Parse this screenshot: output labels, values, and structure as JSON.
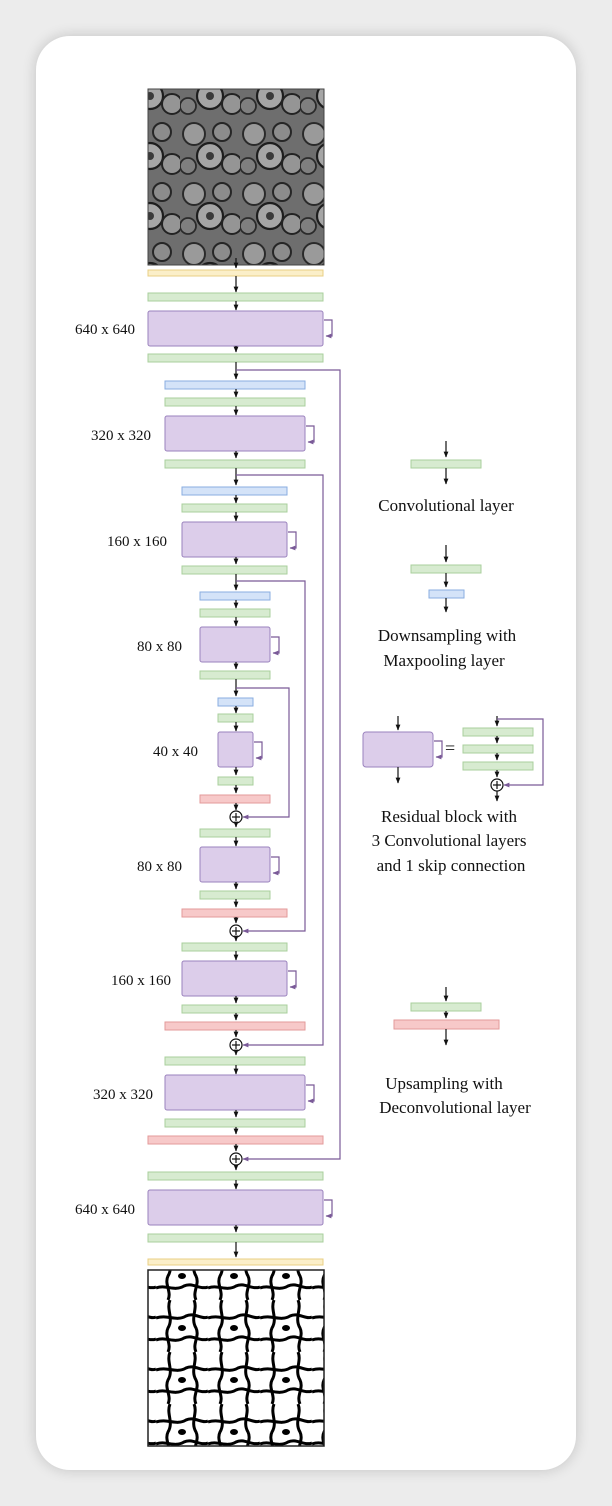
{
  "stages": [
    {
      "id": "s1",
      "label": "640 x 640"
    },
    {
      "id": "s2",
      "label": "320 x 320"
    },
    {
      "id": "s3",
      "label": "160 x 160"
    },
    {
      "id": "s4",
      "label": "80 x 80"
    },
    {
      "id": "s5",
      "label": "40 x 40"
    },
    {
      "id": "s6",
      "label": "80 x 80"
    },
    {
      "id": "s7",
      "label": "160 x 160"
    },
    {
      "id": "s8",
      "label": "320 x 320"
    },
    {
      "id": "s9",
      "label": "640 x 640"
    }
  ],
  "legend": {
    "conv": "Convolutional layer",
    "down1": "Downsampling with",
    "down2": "Maxpooling layer",
    "res1": "Residual block with",
    "res2": "3 Convolutional layers",
    "res3": "and 1 skip connection",
    "up1": "Upsampling with",
    "up2": "Deconvolutional layer"
  },
  "colors": {
    "green": "#d7ebd0",
    "green_border": "#a9cf9c",
    "blue": "#d4e3f8",
    "blue_border": "#8aaee0",
    "red": "#f7c9c9",
    "red_border": "#e39a9a",
    "purple": "#dccdea",
    "purple_border": "#9a82bd",
    "yellow": "#fbefc9",
    "yellow_border": "#e8cf84",
    "skip": "#7a5a98"
  }
}
